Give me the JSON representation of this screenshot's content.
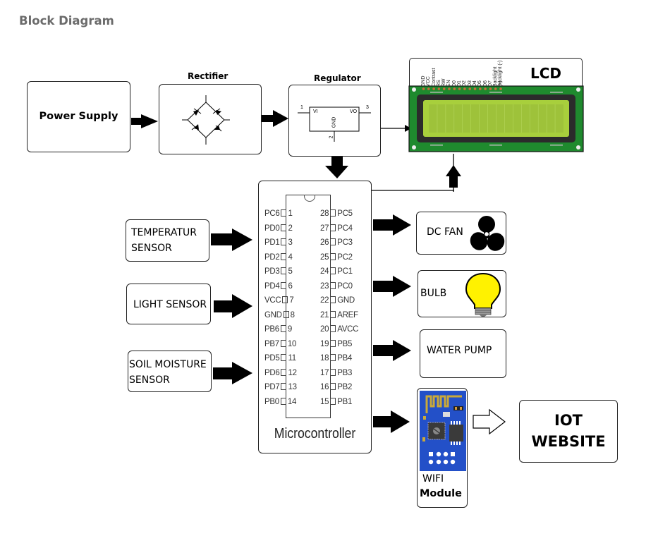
{
  "heading": "Block Diagram",
  "power_chain": {
    "power_supply": "Power Supply",
    "rectifier": {
      "title": "Rectifier",
      "icon": "bridge-rectifier-icon"
    },
    "regulator": {
      "title": "Regulator",
      "pin1": "1",
      "pin2": "2",
      "pin3": "3",
      "vi": "VI",
      "vo": "VO",
      "gnd": "GND"
    }
  },
  "lcd": {
    "title": "LCD",
    "pins": [
      "GND",
      "VCC",
      "Contrast",
      "RS",
      "RW",
      "EN",
      "D0",
      "D1",
      "D2",
      "D3",
      "D4",
      "D5",
      "D6",
      "D7",
      "Backlight (+)",
      "Backlight (-)"
    ],
    "colors": {
      "board": "#1f8a2e",
      "bezel": "#2b2b2b",
      "screen": "#a8cf3c"
    }
  },
  "microcontroller": {
    "label": "Microcontroller",
    "left_pins": [
      {
        "name": "PC6",
        "num": "1"
      },
      {
        "name": "PD0",
        "num": "2"
      },
      {
        "name": "PD1",
        "num": "3"
      },
      {
        "name": "PD2",
        "num": "4"
      },
      {
        "name": "PD3",
        "num": "5"
      },
      {
        "name": "PD4",
        "num": "6"
      },
      {
        "name": "VCC",
        "num": "7"
      },
      {
        "name": "GND",
        "num": "8"
      },
      {
        "name": "PB6",
        "num": "9"
      },
      {
        "name": "PB7",
        "num": "10"
      },
      {
        "name": "PD5",
        "num": "11"
      },
      {
        "name": "PD6",
        "num": "12"
      },
      {
        "name": "PD7",
        "num": "13"
      },
      {
        "name": "PB0",
        "num": "14"
      }
    ],
    "right_pins": [
      {
        "name": "PC5",
        "num": "28"
      },
      {
        "name": "PC4",
        "num": "27"
      },
      {
        "name": "PC3",
        "num": "26"
      },
      {
        "name": "PC2",
        "num": "25"
      },
      {
        "name": "PC1",
        "num": "24"
      },
      {
        "name": "PC0",
        "num": "23"
      },
      {
        "name": "GND",
        "num": "22"
      },
      {
        "name": "AREF",
        "num": "21"
      },
      {
        "name": "AVCC",
        "num": "20"
      },
      {
        "name": "PB5",
        "num": "19"
      },
      {
        "name": "PB4",
        "num": "18"
      },
      {
        "name": "PB3",
        "num": "17"
      },
      {
        "name": "PB2",
        "num": "16"
      },
      {
        "name": "PB1",
        "num": "15"
      }
    ]
  },
  "inputs": {
    "temperature": {
      "line1": "TEMPERATUR",
      "line2": "SENSOR"
    },
    "light": {
      "line1": "LIGHT SENSOR"
    },
    "soil": {
      "line1": "SOIL MOISTURE",
      "line2": "SENSOR"
    }
  },
  "outputs": {
    "fan": {
      "label": "DC FAN",
      "icon": "fan-icon"
    },
    "bulb": {
      "label": "BULB",
      "icon": "light-bulb-icon",
      "color": "#fff200"
    },
    "pump": {
      "label": "WATER PUMP"
    },
    "wifi": {
      "line1": "WIFI",
      "line2": "Module",
      "board_color": "#2350c8"
    },
    "iot": {
      "line1": "IOT",
      "line2": "WEBSITE"
    }
  }
}
